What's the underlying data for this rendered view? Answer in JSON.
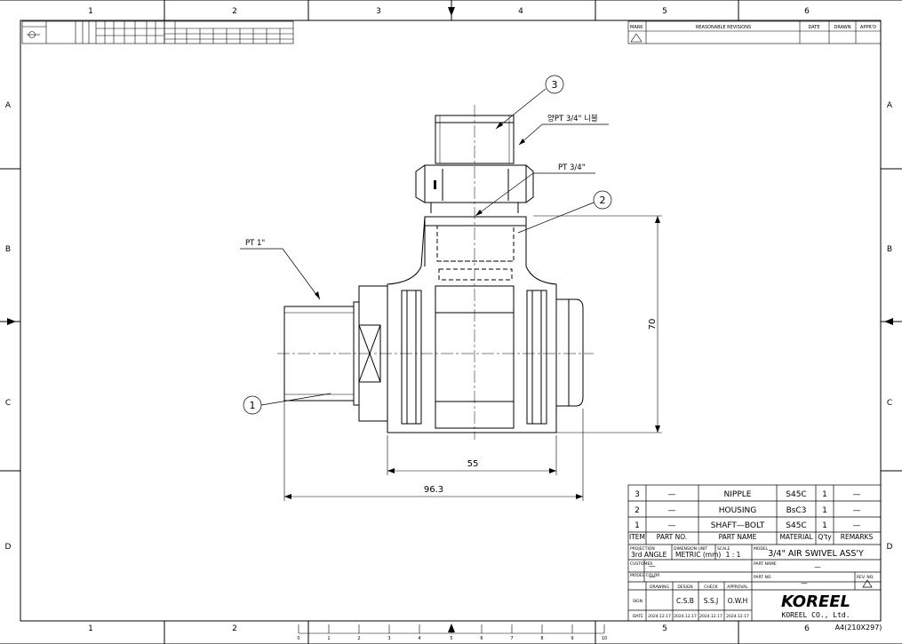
{
  "border": {
    "col_labels": [
      "1",
      "2",
      "3",
      "4",
      "5",
      "6"
    ],
    "row_labels": [
      "A",
      "B",
      "C",
      "D"
    ]
  },
  "revisions": {
    "mark": "MARK",
    "title": "REASONABLE REVISIONS",
    "date": "DATE",
    "drawn": "DRAWN",
    "apprd": "APPR'D"
  },
  "callouts": {
    "item3_note": "양PT 3/4\" 니블",
    "pt34": "PT 3/4\"",
    "pt1": "PT 1\"",
    "balloon1": "1",
    "balloon2": "2",
    "balloon3": "3"
  },
  "dimensions": {
    "height": "70",
    "width_housing": "55",
    "overall_width": "96.3"
  },
  "bom": {
    "rows": [
      {
        "item": "3",
        "part_no": "—",
        "name": "NIPPLE",
        "material": "S45C",
        "qty": "1",
        "remarks": "—"
      },
      {
        "item": "2",
        "part_no": "—",
        "name": "HOUSING",
        "material": "BsC3",
        "qty": "1",
        "remarks": "—"
      },
      {
        "item": "1",
        "part_no": "—",
        "name": "SHAFT—BOLT",
        "material": "S45C",
        "qty": "1",
        "remarks": "—"
      }
    ],
    "header": {
      "item": "ITEM",
      "part_no": "PART NO.",
      "name": "PART NAME",
      "material": "MATERIAL",
      "qty": "Q'ty",
      "remarks": "REMARKS"
    }
  },
  "title_block": {
    "projection_label": "PROJECTION",
    "projection": "3rd ANGLE",
    "dim_unit_label": "DIMENSION UNIT",
    "dim_unit": "METRIC (mm)",
    "scale_label": "SCALE",
    "scale": "1 : 1",
    "model_label": "MODEL",
    "model": "3/4\" AIR SWIVEL ASS'Y",
    "customer_label": "CUSTOMER",
    "customer": "—",
    "part_name_label": "PART NAME",
    "part_name": "—",
    "model_color_label": "MODEL COLOR",
    "model_color": "—",
    "part_no_label": "PART NO.",
    "part_no": "—",
    "rev_no_label": "REV. NO.",
    "drawing": "DRAWING",
    "design": "DESIGN",
    "check": "CHECK",
    "approval": "APPROVAL",
    "sign": "SIGN",
    "date_label": "DATE",
    "design_by": "C.S.B",
    "check_by": "S.S.J",
    "approval_by": "O.W.H",
    "dates": [
      "2024.12.17",
      "2024.12.17",
      "2024.12.17",
      "2024.12.17"
    ],
    "company_logo": "KOREEL",
    "company": "KOREEL CO., Ltd.",
    "paper": "A4(210X297)"
  },
  "scale_bar": [
    "0",
    "1",
    "2",
    "3",
    "4",
    "5",
    "6",
    "7",
    "8",
    "9",
    "10"
  ]
}
